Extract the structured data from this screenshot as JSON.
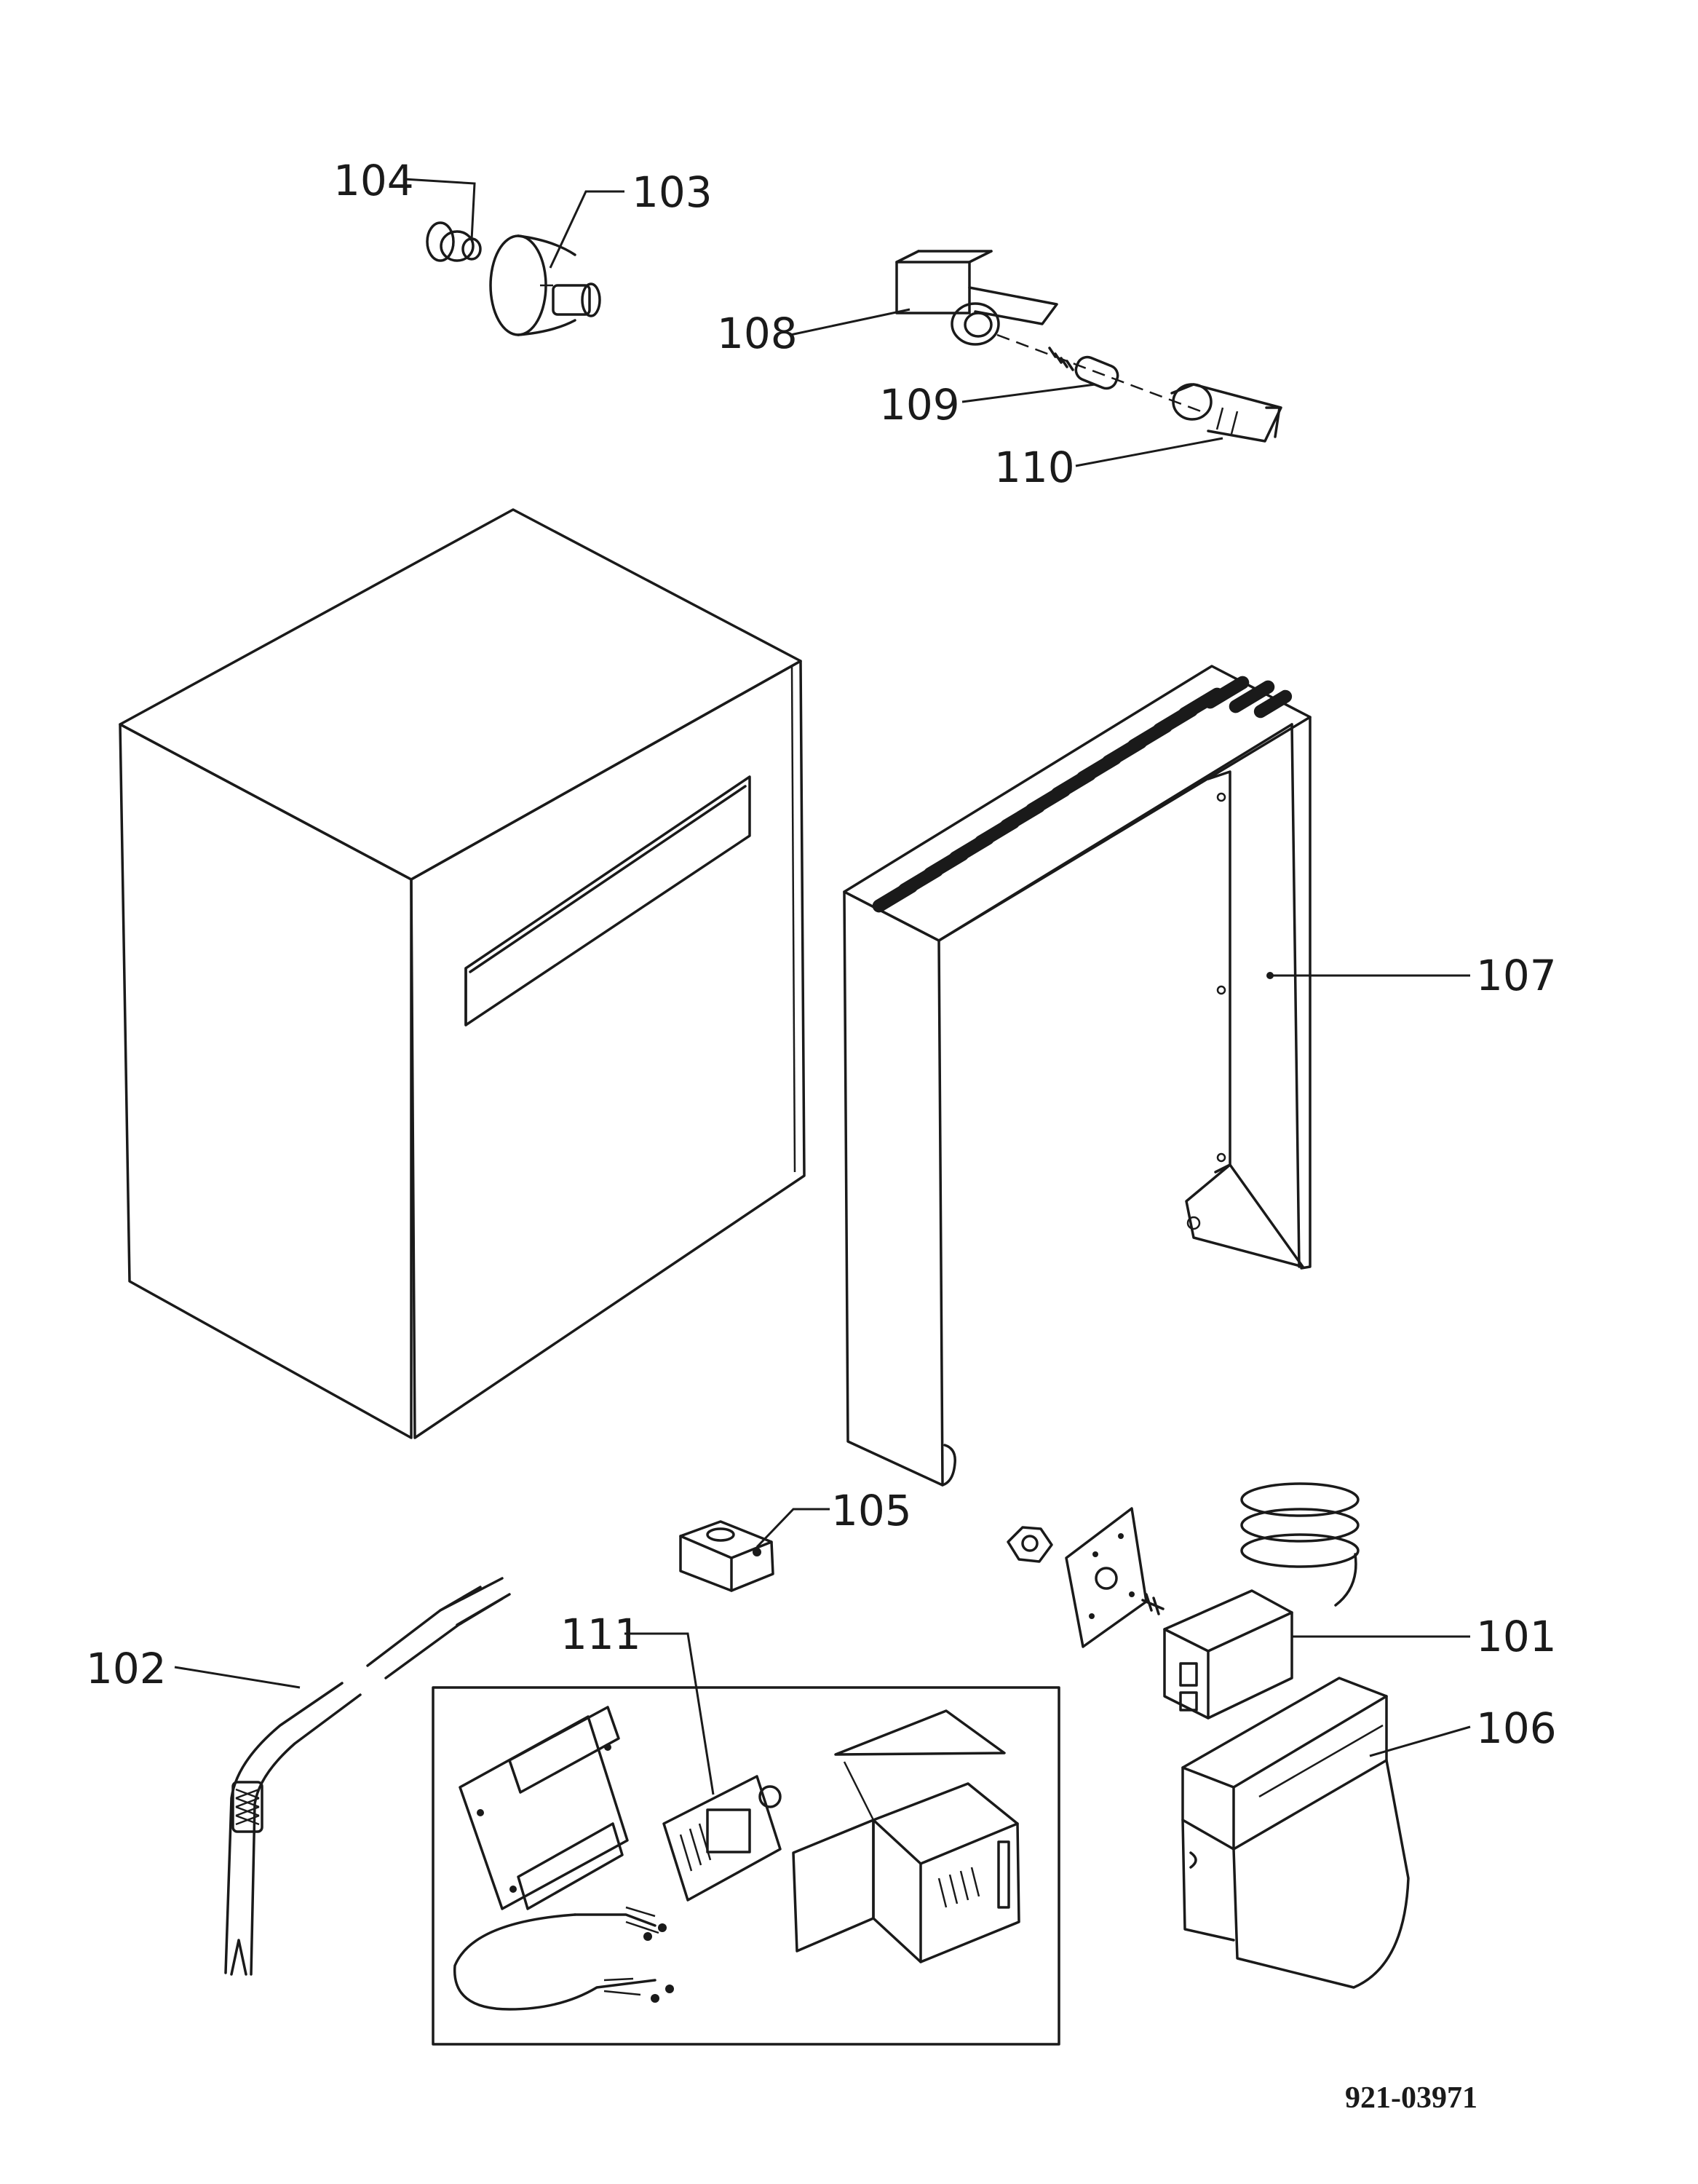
{
  "callouts": {
    "c101": "101",
    "c102": "102",
    "c103": "103",
    "c104": "104",
    "c105": "105",
    "c106": "106",
    "c107": "107",
    "c108": "108",
    "c109": "109",
    "c110": "110",
    "c111": "111"
  },
  "document_number": "921-03971"
}
